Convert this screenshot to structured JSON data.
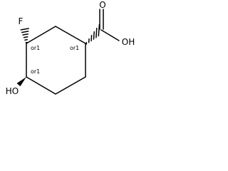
{
  "molecule": {
    "atoms": {
      "fluorine": "F",
      "hydroxyl": "HO",
      "carbonyl_oxygen": "O",
      "acid_hydroxyl": "OH"
    },
    "stereo_labels": {
      "c3": "or1",
      "c4": "or1",
      "c1": "or1"
    }
  }
}
